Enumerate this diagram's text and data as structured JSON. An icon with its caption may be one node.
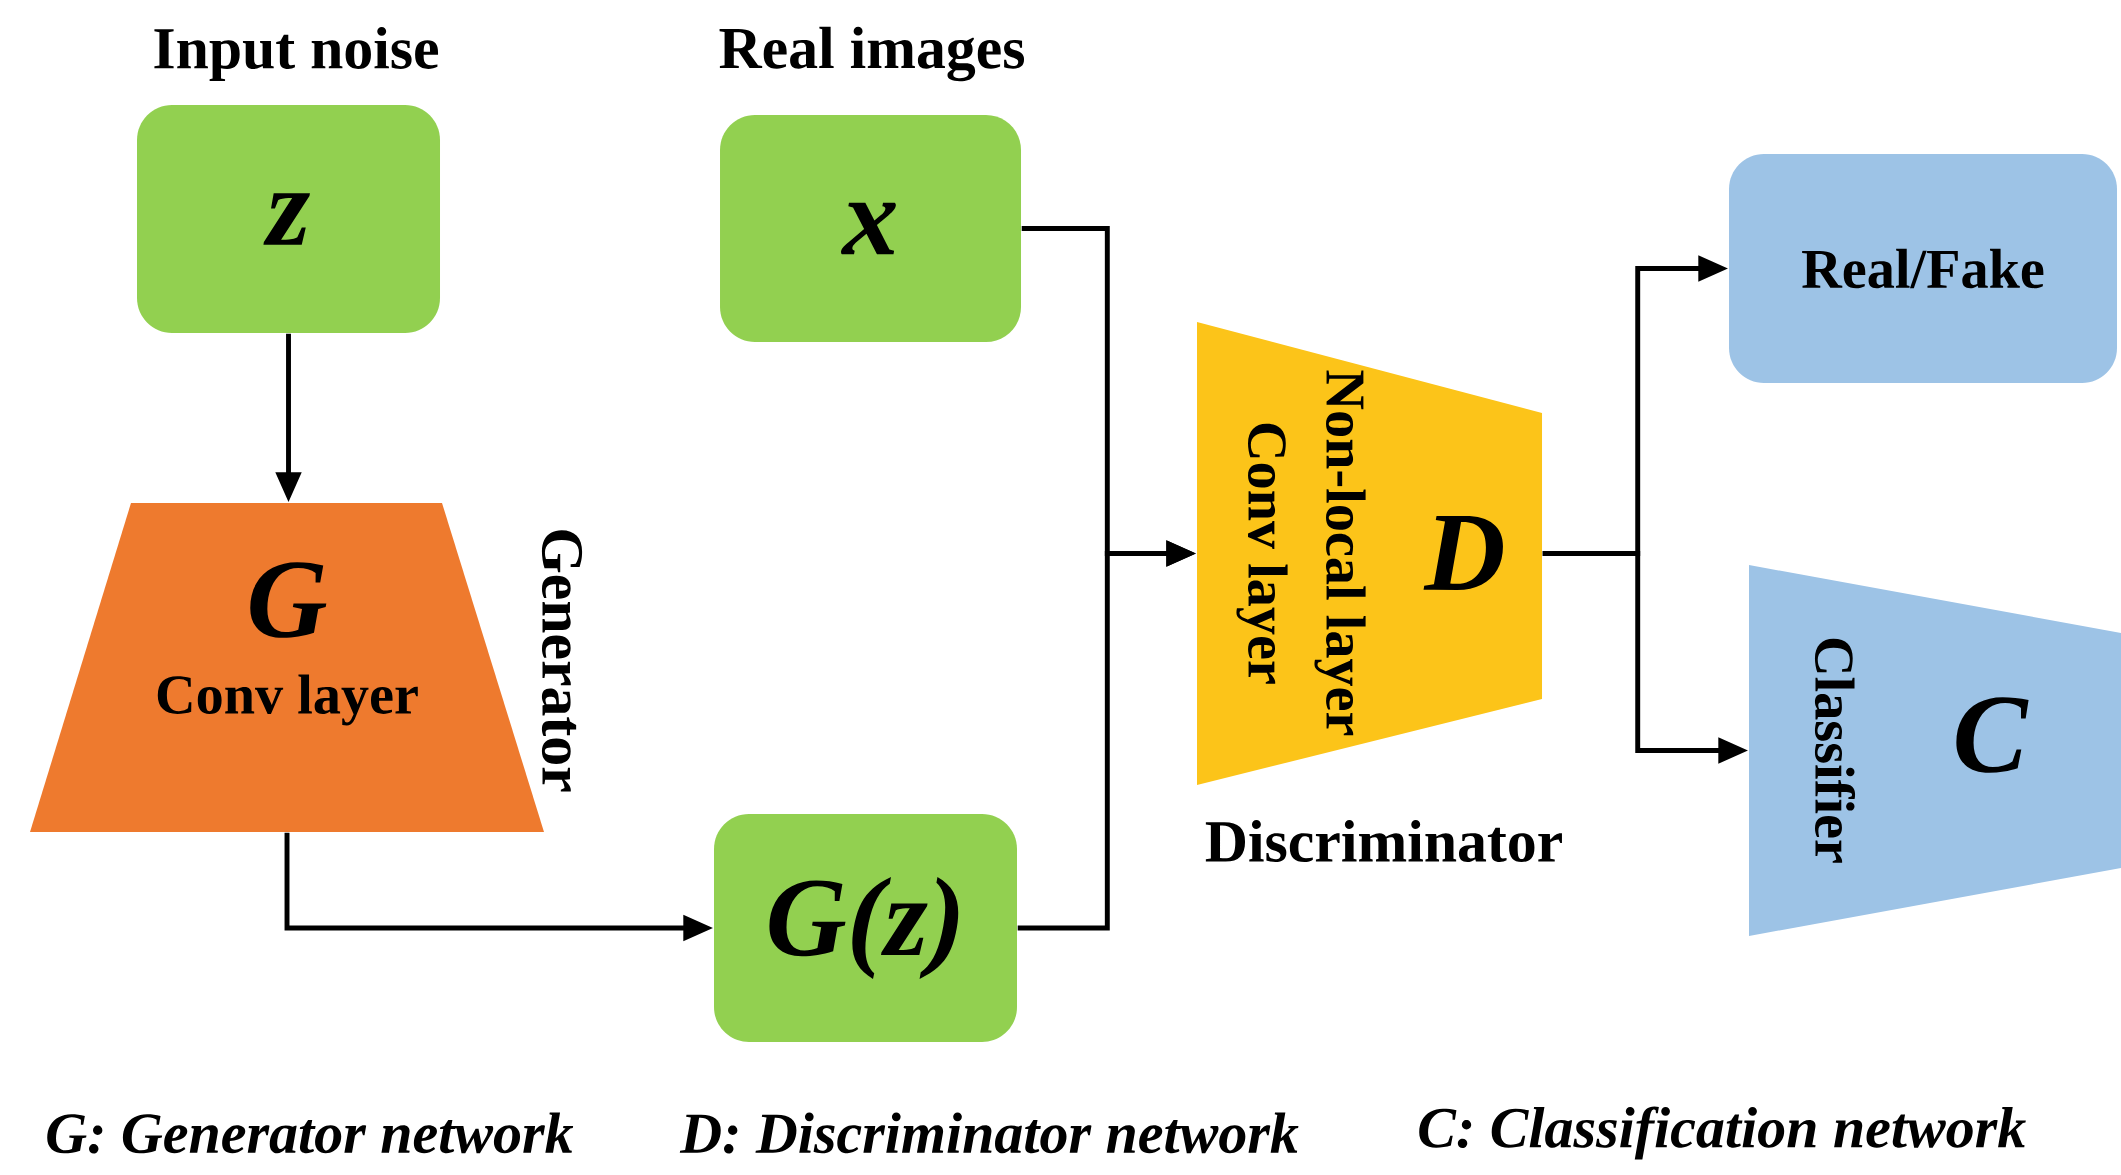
{
  "diagram": {
    "nodes": [
      {
        "text": [
          "Input noise",
          "z"
        ]
      },
      {
        "text": [
          "G",
          "Conv layer"
        ],
        "beside": [
          "Generator"
        ]
      },
      {
        "text": [
          "Real images",
          "x"
        ]
      },
      {
        "text": [
          "G(z)"
        ]
      },
      {
        "text": [
          "Conv layer",
          "Non-local layer",
          "D"
        ],
        "beside": [
          "Discriminator"
        ]
      },
      {
        "text": [
          "Real/Fake"
        ]
      },
      {
        "text": [
          "Classifier",
          "C"
        ]
      }
    ],
    "edges": [
      {
        "from": 0,
        "to": 1,
        "arrow": "to"
      },
      {
        "from": 1,
        "to": 3,
        "arrow": "to"
      },
      {
        "from": 2,
        "to": 4,
        "arrow": "to"
      },
      {
        "from": 3,
        "to": 4,
        "arrow": "to"
      },
      {
        "from": 4,
        "to": 5,
        "arrow": "to"
      },
      {
        "from": 4,
        "to": 6,
        "arrow": "to"
      }
    ],
    "labels": [
      "G: Generator network",
      "D: Discriminator network",
      "C: Classification network"
    ]
  }
}
